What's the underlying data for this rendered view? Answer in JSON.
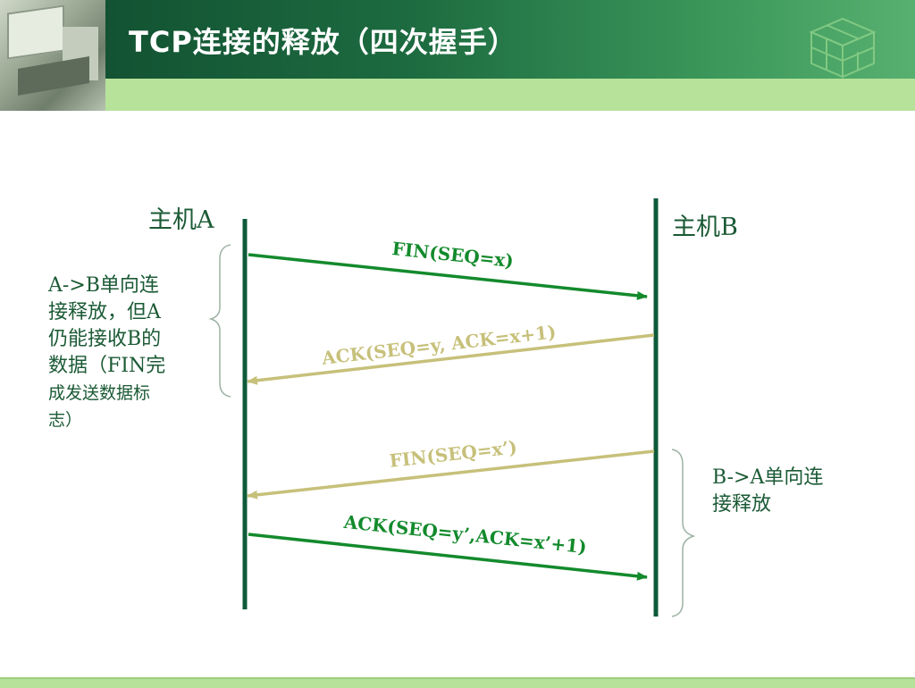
{
  "header": {
    "title": "TCP连接的释放（四次握手）"
  },
  "hosts": {
    "a": "主机A",
    "b": "主机B"
  },
  "messages": [
    {
      "text": "FIN(SEQ=x)",
      "from": "A",
      "to": "B",
      "color": "#138a2c"
    },
    {
      "text": "ACK(SEQ=y, ACK=x+1)",
      "from": "B",
      "to": "A",
      "color": "#c7c07a"
    },
    {
      "text": "FIN(SEQ=x’)",
      "from": "B",
      "to": "A",
      "color": "#c7c07a"
    },
    {
      "text": "ACK(SEQ=y’,ACK=x’+1)",
      "from": "A",
      "to": "B",
      "color": "#138a2c"
    }
  ],
  "notes": {
    "left_lines": [
      "A->B单向连",
      "接释放，但A",
      "仍能接收B的",
      "数据（FIN完"
    ],
    "left_small_lines": [
      "成发送数据标",
      "志）"
    ],
    "right_lines": [
      "B->A单向连",
      "接释放"
    ]
  },
  "colors": {
    "header_dark": "#0f4a2e",
    "subbar": "#b6e29a",
    "lifeline": "#0d5a3a",
    "text": "#1b5a35"
  }
}
